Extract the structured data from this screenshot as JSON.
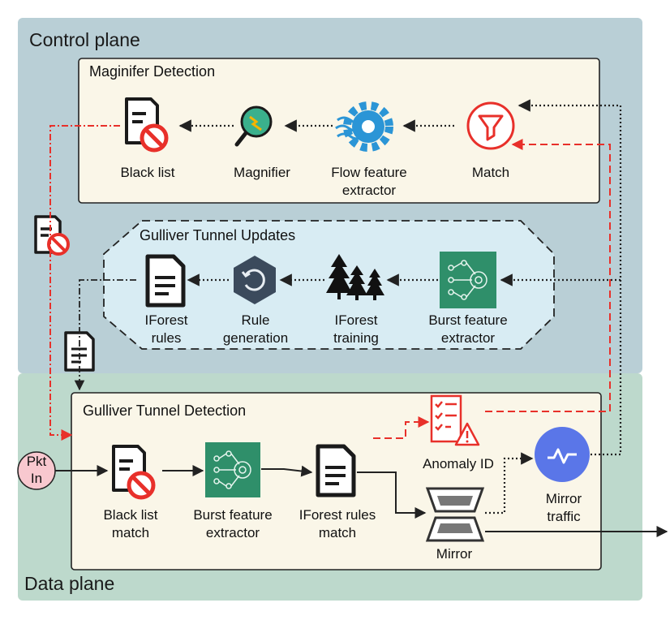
{
  "planes": {
    "control": "Control plane",
    "data": "Data plane"
  },
  "boxes": {
    "magnifier_detection": "Maginifer Detection",
    "tunnel_updates": "Gulliver Tunnel Updates",
    "tunnel_detection": "Gulliver Tunnel Detection"
  },
  "nodes": {
    "black_list": [
      "Black list"
    ],
    "magnifier": [
      "Magnifier"
    ],
    "flow_feature_extractor": [
      "Flow feature",
      "extractor"
    ],
    "match": [
      "Match"
    ],
    "iforest_rules": [
      "IForest",
      "rules"
    ],
    "rule_generation": [
      "Rule",
      "generation"
    ],
    "iforest_training": [
      "IForest",
      "training"
    ],
    "burst_feature_extractor_cp": [
      "Burst feature",
      "extractor"
    ],
    "pkt_in": [
      "Pkt",
      "In"
    ],
    "black_list_match": [
      "Black list",
      "match"
    ],
    "burst_feature_extractor_dp": [
      "Burst feature",
      "extractor"
    ],
    "iforest_rules_match": [
      "IForest rules",
      "match"
    ],
    "anomaly_id": [
      "Anomaly ID"
    ],
    "mirror": [
      "Mirror"
    ],
    "mirror_traffic": [
      "Mirror",
      "traffic"
    ]
  },
  "colors": {
    "control_bg": "#b9cfd6",
    "data_bg": "#bdd9cc",
    "box_bg": "#faf6e8",
    "updates_bg": "#d8ecf3",
    "red_arrow": "#e8302a",
    "burst_icon": "#2f8f6a",
    "magnifier_glass": "#3ab08c",
    "gear": "#2b95d6",
    "rule_gen": "#3b4a5c",
    "mirror_traffic_icon": "#5a76e8",
    "pkt_in": "#f8c8cf"
  },
  "icons": [
    "doc-block-icon",
    "magnifier-icon",
    "gear-wave-icon",
    "funnel-icon",
    "document-icon",
    "refresh-hex-icon",
    "trees-icon",
    "neural-gear-icon",
    "checklist-warning-icon",
    "mirror-icon",
    "pulse-icon"
  ]
}
